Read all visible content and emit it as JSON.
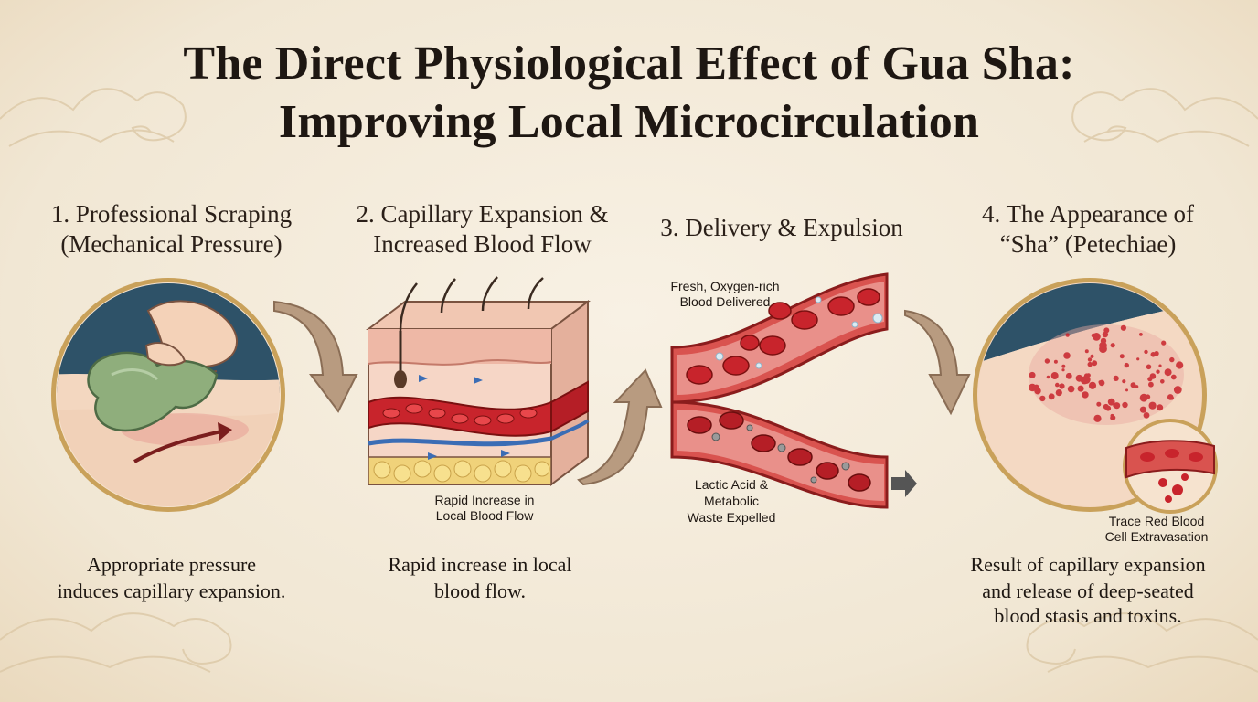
{
  "title": {
    "line1": "The Direct Physiological Effect of Gua Sha:",
    "line2": "Improving Local Microcirculation"
  },
  "steps": [
    {
      "title_line1": "1. Professional Scraping",
      "title_line2": "(Mechanical Pressure)",
      "caption_line1": "Appropriate pressure",
      "caption_line2": "induces capillary expansion."
    },
    {
      "title_line1": "2. Capillary Expansion &",
      "title_line2": "Increased Blood Flow",
      "label_line1": "Rapid Increase in",
      "label_line2": "Local Blood Flow",
      "caption_line1": "Rapid increase in local",
      "caption_line2": "blood flow."
    },
    {
      "title_line1": "3. Delivery & Expulsion",
      "label_top_line1": "Fresh, Oxygen-rich",
      "label_top_line2": "Blood Delivered",
      "label_bottom_line1": "Lactic Acid &",
      "label_bottom_line2": "Metabolic",
      "label_bottom_line3": "Waste Expelled"
    },
    {
      "title_line1": "4. The Appearance of",
      "title_line2": "“Sha” (Petechiae)",
      "label_line1": "Trace Red Blood",
      "label_line2": "Cell Extravasation",
      "caption_line1": "Result of capillary expansion",
      "caption_line2": "and release of deep-seated",
      "caption_line3": "blood stasis and toxins."
    }
  ],
  "icons": [
    "cloud-ornament-icon",
    "hand-icon",
    "gua-sha-stone-icon",
    "skin-cross-section-icon",
    "blood-vessel-icon",
    "red-blood-cell-icon",
    "petechiae-icon",
    "flow-arrow-icon"
  ],
  "colors": {
    "background": "#f4ecdc",
    "blood_red": "#c8242c",
    "vessel_red": "#d9534f",
    "jade_green": "#8fae7c",
    "frame_gold": "#c9a15a",
    "arrow_brown": "#9a7a5e"
  }
}
